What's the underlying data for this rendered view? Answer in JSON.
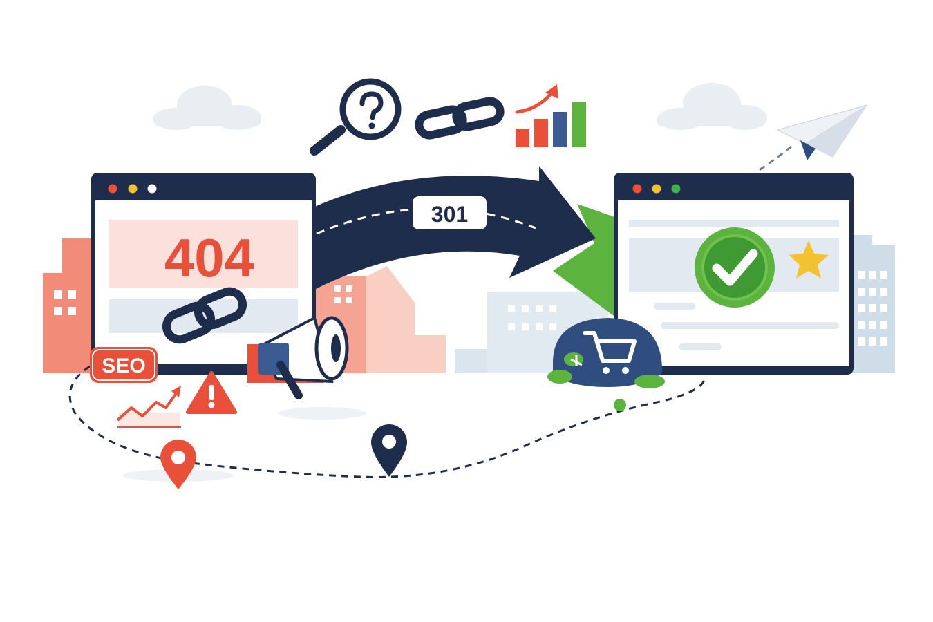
{
  "broken_page": {
    "error_code": "404",
    "window_dots": [
      "#e8503a",
      "#f2c230",
      "#ffffff"
    ]
  },
  "redirect": {
    "status_code": "301"
  },
  "seo_badge": {
    "label": "SEO"
  },
  "target_page": {
    "window_dots": [
      "#e8503a",
      "#f2c230",
      "#3fb04a"
    ],
    "status": "check-icon",
    "rating": "star-icon"
  },
  "colors": {
    "navy": "#1f2d4d",
    "red": "#e8503a",
    "green": "#5cb33d",
    "yellow": "#f2c230",
    "light_blue": "#dde6ee",
    "salmon": "#f08a78"
  },
  "icons": [
    "magnifier-question-icon",
    "chain-link-icon",
    "bar-chart-growth-icon",
    "paper-plane-icon",
    "megaphone-icon",
    "warning-icon",
    "trend-line-icon",
    "location-pin-icon",
    "shopping-cart-icon",
    "cloud-icon"
  ]
}
